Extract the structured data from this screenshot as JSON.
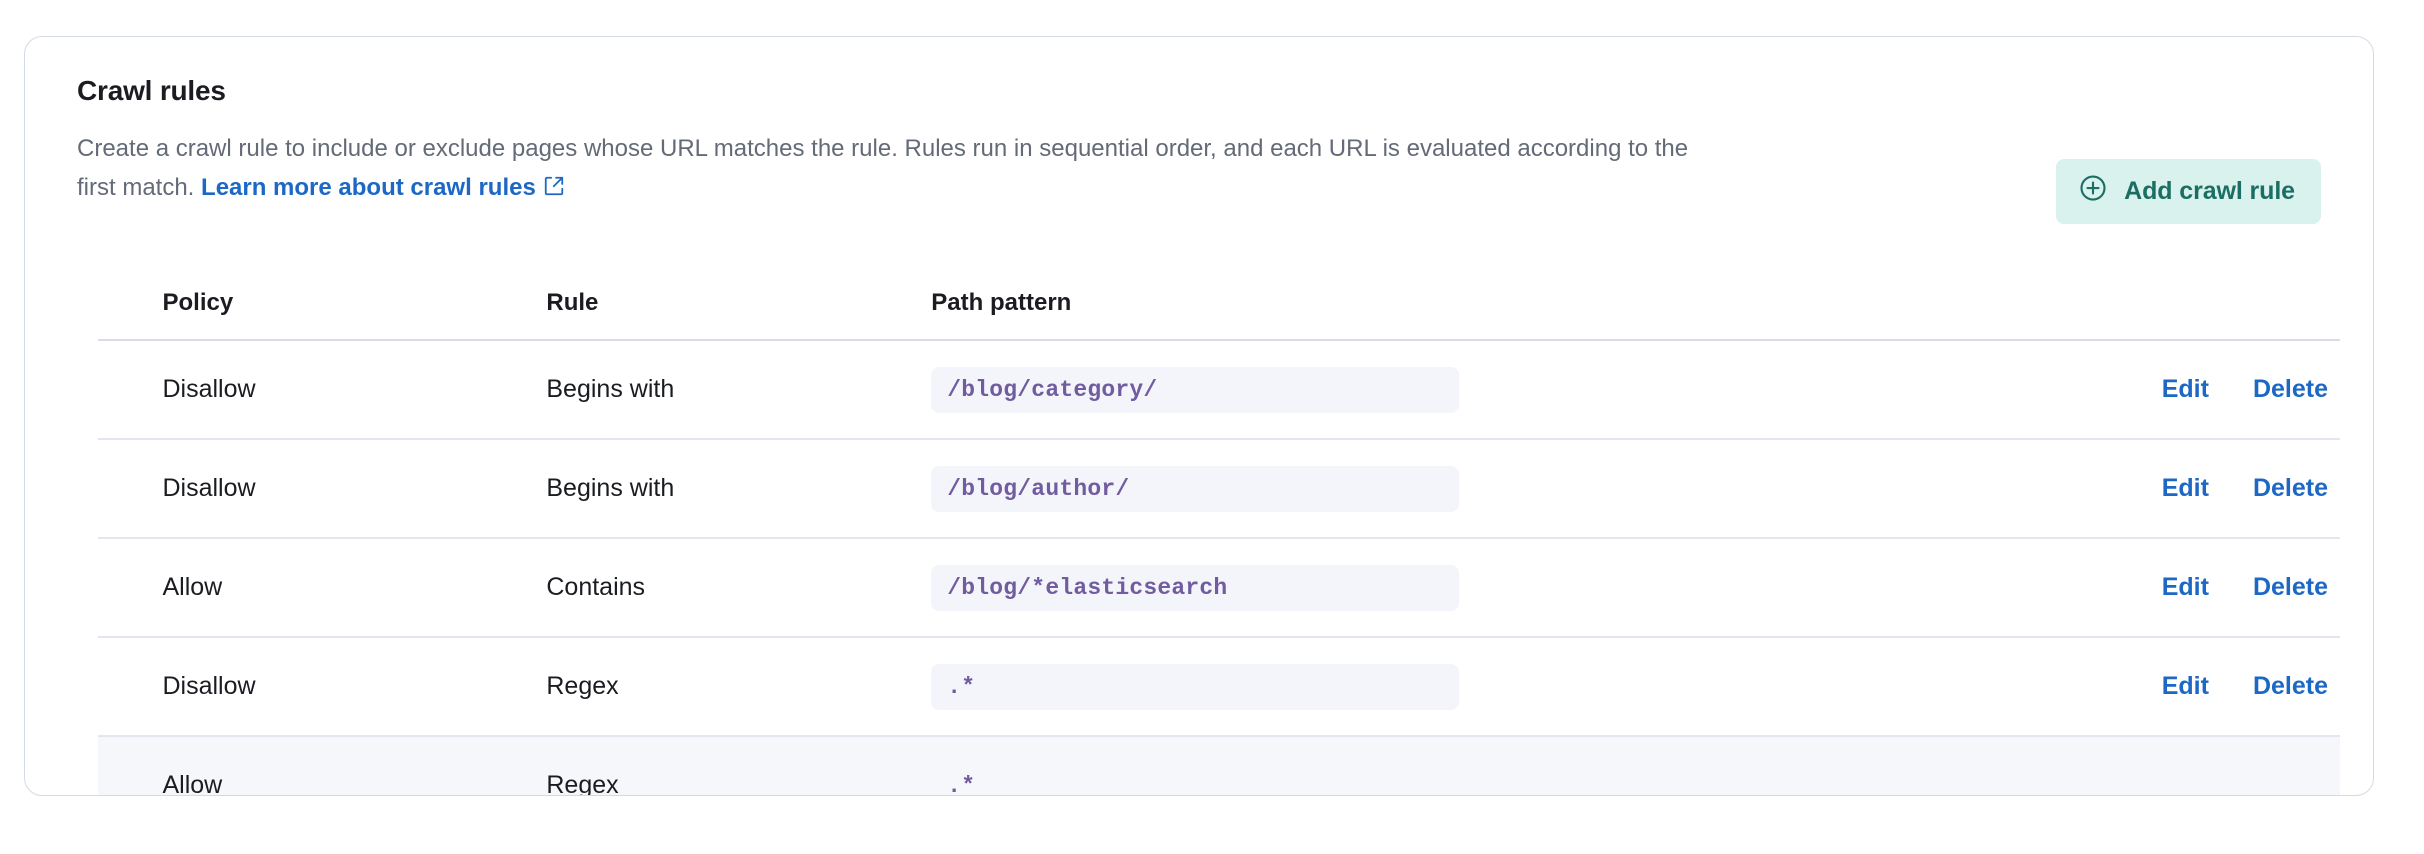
{
  "panel": {
    "title": "Crawl rules",
    "description_before_link": "Create a crawl rule to include or exclude pages whose URL matches the rule. Rules run in sequential order, and each URL is evaluated according to the first match. ",
    "link_label": "Learn more about crawl rules",
    "external_link_icon": "external-link-icon"
  },
  "add_button": {
    "label": "Add crawl rule",
    "icon": "plus-in-circle-icon",
    "background": "#daf2ee",
    "text_color": "#1c6e64"
  },
  "table": {
    "columns": [
      "Policy",
      "Rule",
      "Path pattern"
    ],
    "actions": {
      "edit": "Edit",
      "delete": "Delete"
    },
    "drag_handle_icon": "drag-handle-icon",
    "rows": [
      {
        "policy": "Disallow",
        "rule": "Begins with",
        "path": "/blog/category/",
        "draggable": true,
        "has_actions": true,
        "highlighted": false
      },
      {
        "policy": "Disallow",
        "rule": "Begins with",
        "path": "/blog/author/",
        "draggable": true,
        "has_actions": true,
        "highlighted": false
      },
      {
        "policy": "Allow",
        "rule": "Contains",
        "path": "/blog/*elasticsearch",
        "draggable": true,
        "has_actions": true,
        "highlighted": false
      },
      {
        "policy": "Disallow",
        "rule": "Regex",
        "path": ".*",
        "draggable": true,
        "has_actions": true,
        "highlighted": false
      },
      {
        "policy": "Allow",
        "rule": "Regex",
        "path": ".*",
        "draggable": false,
        "has_actions": false,
        "highlighted": true
      }
    ]
  },
  "colors": {
    "link": "#1c68c4",
    "code_text": "#715ca0",
    "code_bg": "#f4f5fa",
    "row_highlight": "#f5f7fb",
    "panel_border": "#d3dae6"
  }
}
